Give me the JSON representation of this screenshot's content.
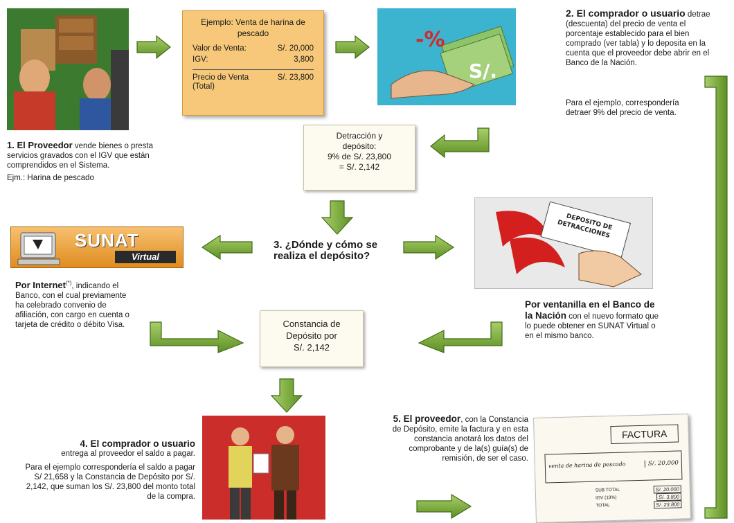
{
  "step1": {
    "title": "1. El Proveedor",
    "text": " vende bienes o presta servicios gravados con el IGV que están comprendidos en el Sistema.",
    "example": "Ejm.: Harina de pescado"
  },
  "example_card": {
    "title": "Ejemplo: Venta de harina de pescado",
    "rows": [
      {
        "label": "Valor de Venta:",
        "value": "S/. 20,000"
      },
      {
        "label": "IGV:",
        "value": "3,800"
      },
      {
        "label": "Precio de Venta (Total)",
        "value": "S/. 23,800"
      }
    ]
  },
  "step2": {
    "title": "2. El comprador o usuario",
    "text": " detrae (descuenta) del precio de venta el porcentaje establecido para el bien comprado (ver tabla) y lo deposita en la cuenta que el proveedor debe abrir en el Banco de la Nación.",
    "example": "Para el ejemplo, correspondería detraer 9% del precio de venta."
  },
  "money_sign": "-%",
  "currency": "S/.",
  "detraccion": {
    "line1": "Detracción y",
    "line2": "depósito:",
    "line3": "9% de S/. 23,800",
    "line4": "= S/. 2,142"
  },
  "step3": {
    "title": "3. ¿Dónde y cómo se realiza el depósito?"
  },
  "sunat": {
    "brand": "SUNAT",
    "sub": "Virtual"
  },
  "internet": {
    "title": "Por Internet",
    "sup": "(*)",
    "text": ", indicando el Banco, con el cual previamente ha celebrado convenio de afiliación, con cargo en cuenta o tarjeta de crédito o débito Visa."
  },
  "deposit_slip": {
    "line1": "DEPOSITO DE",
    "line2": "DETRACCIONES"
  },
  "ventanilla": {
    "title": "Por ventanilla en el Banco de la Nación",
    "text": " con el nuevo formato que lo puede obtener en SUNAT Virtual o en el mismo banco."
  },
  "constancia": {
    "line1": "Constancia de",
    "line2": "Depósito por",
    "line3": "S/. 2,142"
  },
  "step4": {
    "title": "4. El comprador o usuario",
    "text": "entrega al proveedor el saldo a pagar.",
    "example": "Para el ejemplo correspondería el saldo a pagar S/ 21,658 y la Constancia de Depósito por S/. 2,142, que suman los S/. 23,800 del monto total de la compra."
  },
  "step5": {
    "title": "5. El proveedor",
    "text": ", con la Constancia de Depósito, emite la factura y en esta constancia anotará los datos del comprobante y de la(s) guía(s) de remisión, de ser el caso."
  },
  "factura": {
    "title": "FACTURA",
    "item": "venta de harina de pescado",
    "amount": "S/. 20.000",
    "totals": [
      {
        "label": "SUB TOTAL",
        "value": "S/. 20.000"
      },
      {
        "label": "IGV (19%)",
        "value": "S/. 3.800"
      },
      {
        "label": "TOTAL",
        "value": "S/. 23.800"
      }
    ]
  },
  "colors": {
    "arrow": "#7fae3e",
    "arrow_dark": "#4e7a1c",
    "doc": "#fdfaf0",
    "orange": "#f2b04b"
  }
}
